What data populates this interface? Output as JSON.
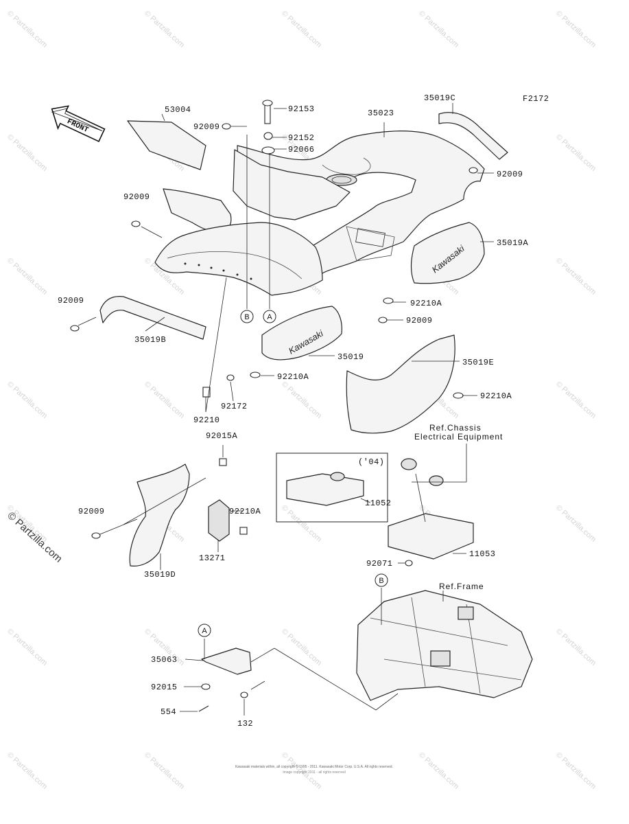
{
  "figure_code": "F2172",
  "front_arrow": {
    "label": "FRONT"
  },
  "brand_decal_text": "Kawasaki",
  "ref_circles": {
    "a": "A",
    "b": "B"
  },
  "part_labels": {
    "p53004": "53004",
    "p92009_top": "92009",
    "p92153": "92153",
    "p92152": "92152",
    "p92066": "92066",
    "p35023": "35023",
    "p35019C": "35019C",
    "p92009_right": "92009",
    "p92009_left": "92009",
    "p35019A": "35019A",
    "p92009_lowleft": "92009",
    "p92210A_right": "92210A",
    "p92009_mid": "92009",
    "p35019B": "35019B",
    "p35019": "35019",
    "p92210A_mid": "92210A",
    "p35019E": "35019E",
    "p92210A_far": "92210A",
    "p92172": "92172",
    "p92210": "92210",
    "p92015A": "92015A",
    "p92009_d": "92009",
    "p92210A_d": "92210A",
    "p13271": "13271",
    "p35019D": "35019D",
    "p04": "('04)",
    "p11052": "11052",
    "p11053": "11053",
    "p92071": "92071",
    "p35063": "35063",
    "p92015": "92015",
    "p554": "554",
    "p132": "132"
  },
  "refs": {
    "chassis_line1": "Ref.Chassis",
    "chassis_line2": "Electrical Equipment",
    "frame": "Ref.Frame"
  },
  "watermark": {
    "side": "© Partzilla.com",
    "tile": "© Partzilla.com"
  },
  "footer_copyright": "Kawasaki materials within, all copyright © 1995 - 2011. Kawasaki Motor Corp. U.S.A.  All rights reserved.",
  "footer_line2": "Image copyright 2011 - all rights reserved"
}
